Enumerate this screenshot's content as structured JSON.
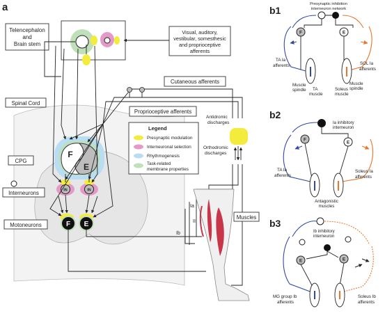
{
  "panels": {
    "a": "a",
    "b1": "b1",
    "b2": "b2",
    "b3": "b3"
  },
  "boxes": {
    "telencephalon": [
      "Telencephalon",
      "and",
      "Brain stem"
    ],
    "visual": [
      "Visual, auditory,",
      "vestibular, somesthesic",
      "and proprioceptive",
      "afferents"
    ],
    "cutaneous": "Cutaneous afferents",
    "proprioceptive": "Proprioceptive afferents",
    "spinal_cord": "Spinal Cord",
    "cpg": "CPG",
    "interneurons": "Interneurons",
    "motoneurons": "Motoneurons",
    "muscles": "Muscles"
  },
  "neurons": {
    "flexor": "F",
    "extensor": "E",
    "interneuron": "IN"
  },
  "discharges": {
    "antidromic": [
      "Antidromic",
      "discharges"
    ],
    "orthodromic": [
      "Orthodromic",
      "discharges"
    ]
  },
  "fibers": {
    "ia": "Ia",
    "ii": "II",
    "ib": "Ib"
  },
  "legend": {
    "title": "Legend",
    "items": [
      {
        "label": "Presynaptic modulation",
        "color": "#f3ec3c"
      },
      {
        "label": "Interneuronal selection",
        "color": "#e39ac6"
      },
      {
        "label": "Rhythmogenesis",
        "color": "#b9ddf3"
      },
      {
        "label": "Task-related",
        "label2": "membrane properties",
        "color": "#bfe0b8"
      }
    ]
  },
  "b1": {
    "network": [
      "Presynaptic inhibition",
      "interneuron network"
    ],
    "f": "F",
    "e": "E",
    "ta_aff": [
      "TA Ia",
      "afferents"
    ],
    "sol_aff": [
      "SOL Ia",
      "afferents"
    ],
    "spindle_l": [
      "Muscle",
      "spindle"
    ],
    "spindle_r": [
      "Muscle",
      "spindle"
    ],
    "ta_muscle": [
      "TA",
      "muscle"
    ],
    "soleus_muscle": [
      "Soleus",
      "muscle"
    ]
  },
  "b2": {
    "inter": [
      "Ia inhibitory",
      "interneuron"
    ],
    "f": "F",
    "e": "E",
    "ta_aff": [
      "TA Ia",
      "afferents"
    ],
    "soleus_aff": [
      "Soleus Ia",
      "afferents"
    ],
    "antag": [
      "Antagonistic",
      "muscles"
    ]
  },
  "b3": {
    "inter": [
      "Ib inhibitory",
      "interneuron"
    ],
    "e1": "E",
    "e2": "E",
    "mg_aff": [
      "MG group Ib",
      "afferents"
    ],
    "soleus_aff": [
      "Soleus Ib",
      "afferents"
    ]
  },
  "colors": {
    "blue": "#2f4aa3",
    "orange": "#e8752a",
    "muscle_red": "#c8364a",
    "line": "#222222",
    "grey_fill": "#bdbdbd"
  }
}
